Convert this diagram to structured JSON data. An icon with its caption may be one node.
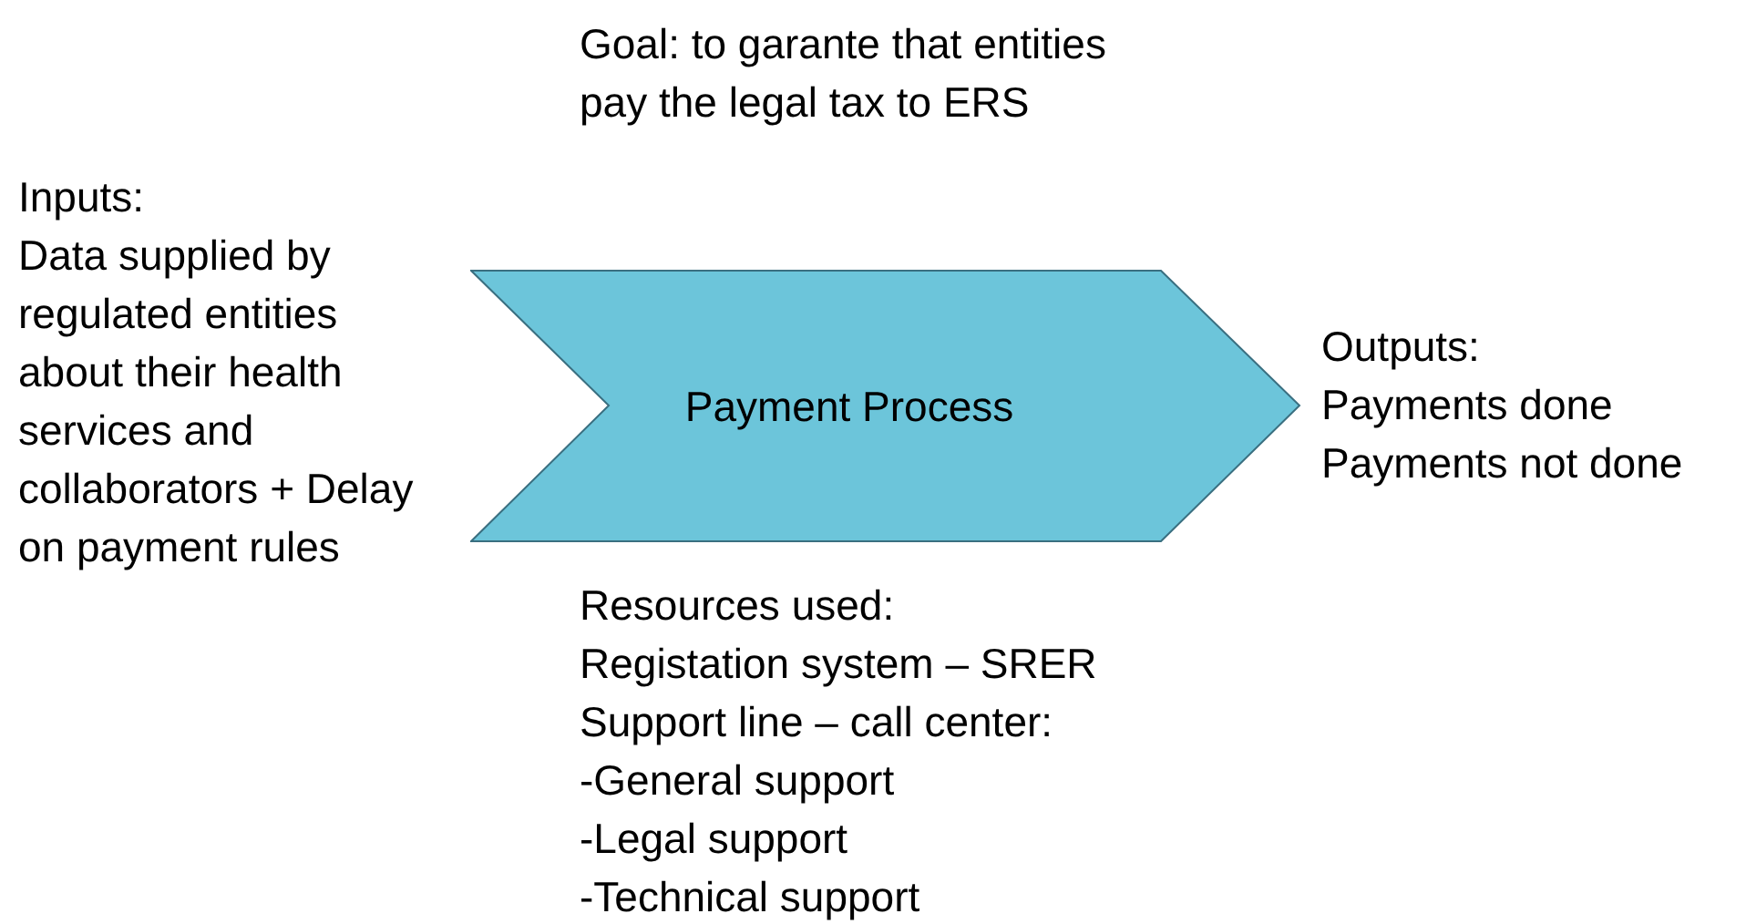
{
  "diagram": {
    "nodes": [
      {
        "text": [
          "Payment Process"
        ]
      }
    ],
    "edges": [],
    "labels": [
      "Goal: to garante that entities pay the legal tax to ERS",
      "Inputs:",
      "Data supplied by regulated entities about their health services and collaborators + Delay on payment rules",
      "Outputs:",
      "Payments done",
      "Payments not done",
      "Resources used:",
      "Registation system – SRER",
      "Support line – call center:",
      "-General support",
      "-Legal support",
      "-Technical support"
    ]
  }
}
